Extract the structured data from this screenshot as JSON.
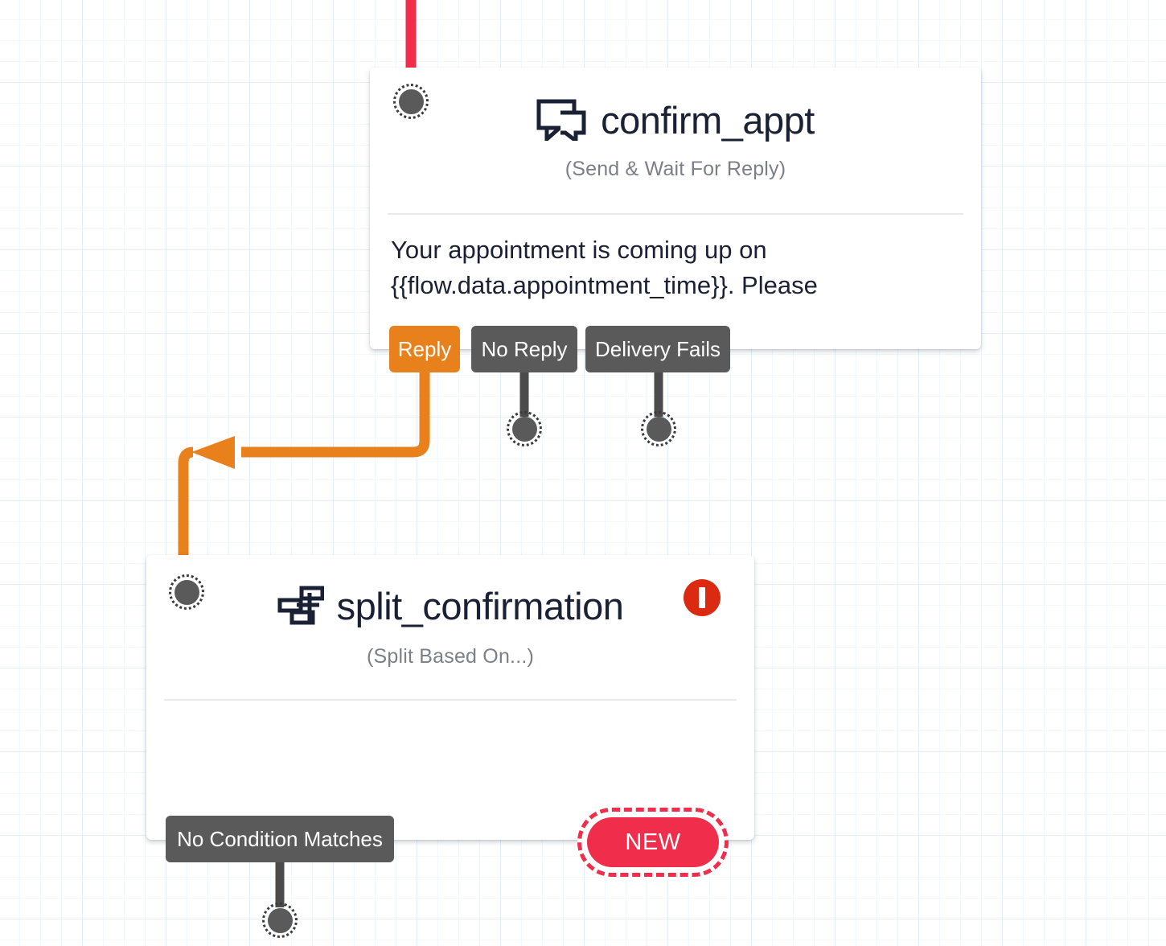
{
  "canvas": {
    "grid_color": "#e3f0fb",
    "background": "#ffffff"
  },
  "colors": {
    "accent_orange": "#e8811c",
    "accent_red": "#f02d4a",
    "error_red": "#dc2a12",
    "pill_gray": "#5a5a5a",
    "title_navy": "#1b2135",
    "subtitle_gray": "#7b8088"
  },
  "nodes": [
    {
      "id": "confirm_appt",
      "title": "confirm_appt",
      "icon": "chat-bubbles-icon",
      "subtitle": "(Send & Wait For Reply)",
      "body_text": "Your appointment is coming up on {{flow.data.appointment_time}}. Please",
      "has_error": false,
      "outputs": [
        {
          "label": "Reply",
          "style": "orange"
        },
        {
          "label": "No Reply",
          "style": "dark"
        },
        {
          "label": "Delivery Fails",
          "style": "dark"
        }
      ]
    },
    {
      "id": "split_confirmation",
      "title": "split_confirmation",
      "icon": "split-branch-icon",
      "subtitle": "(Split Based On...)",
      "body_text": "",
      "has_error": true,
      "error_icon": "error-exclamation-icon",
      "outputs": [
        {
          "label": "No Condition Matches",
          "style": "dark"
        }
      ],
      "new_button_label": "NEW"
    }
  ]
}
